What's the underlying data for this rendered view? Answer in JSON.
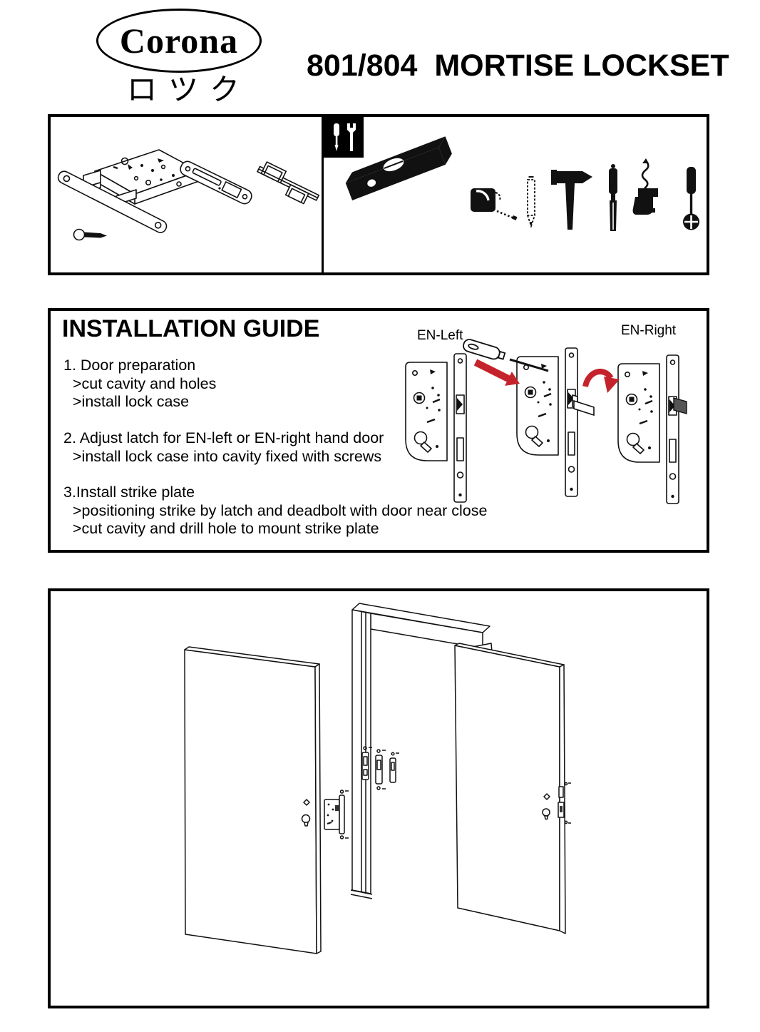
{
  "page": {
    "background": "#ffffff",
    "ink": "#000000",
    "accent_red": "#c5232b"
  },
  "header": {
    "brand": "Corona",
    "brand_kana": "ロツク",
    "title": "801/804  MORTISE LOCKSET"
  },
  "kit": {
    "parts": [
      "mortise-lock-case",
      "strike-plate",
      "dust-box",
      "mounting-screw"
    ],
    "tools": [
      "spirit-level",
      "tape-measure",
      "pencil",
      "hammer",
      "chisel",
      "drill",
      "phillips-screwdriver"
    ],
    "badge": "tools-required"
  },
  "guide": {
    "heading": "INSTALLATION GUIDE",
    "steps": [
      {
        "title": "1. Door preparation",
        "subs": [
          ">cut cavity and holes",
          ">install lock case"
        ]
      },
      {
        "title": "2. Adjust latch for EN-left or EN-right hand door",
        "subs": [
          ">install lock case into cavity fixed with screws"
        ]
      },
      {
        "title": "3.Install strike plate",
        "subs": [
          ">positioning strike by latch and deadbolt with door near close",
          ">cut cavity and drill hole to mount strike plate"
        ]
      }
    ],
    "label_left": "EN-Left",
    "label_right": "EN-Right"
  }
}
